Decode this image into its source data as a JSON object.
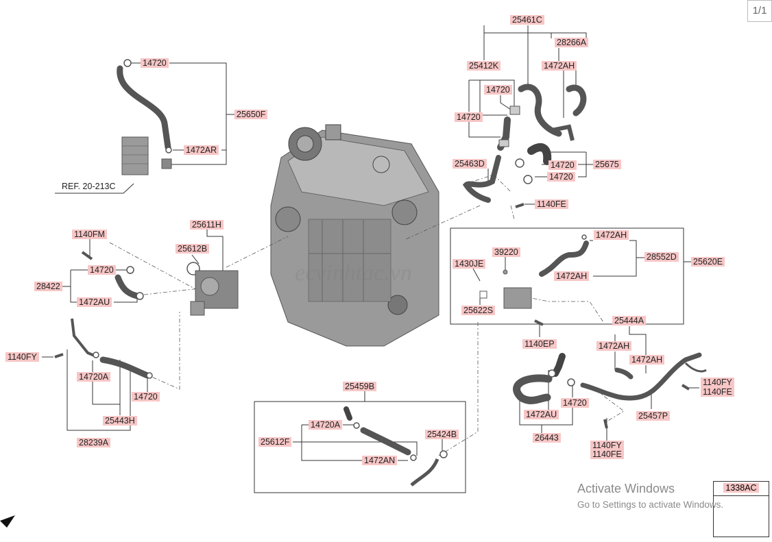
{
  "page": {
    "indicator": "1/1"
  },
  "labels": {
    "p14720_top": "14720",
    "p25650F": "25650F",
    "p1472AR": "1472AR",
    "ref": "REF. 20-213C",
    "p25611H": "25611H",
    "p25612B": "25612B",
    "p1140FM": "1140FM",
    "p14720_mid": "14720",
    "p28422": "28422",
    "p1472AU_left": "1472AU",
    "p1140FY_left": "1140FY",
    "p14720A_left": "14720A",
    "p14720_left_bot": "14720",
    "p25443H": "25443H",
    "p28239A": "28239A",
    "p25461C": "25461C",
    "p28266A": "28266A",
    "p25412K": "25412K",
    "p1472AH_top": "1472AH",
    "p14720_r1": "14720",
    "p14720_r2": "14720",
    "p25463D": "25463D",
    "p14720_r3": "14720",
    "p25675": "25675",
    "p14720_r4": "14720",
    "p1140FE_top": "1140FE",
    "p1472AH_mid": "1472AH",
    "p39220": "39220",
    "p1430JE": "1430JE",
    "p28552D": "28552D",
    "p25620E": "25620E",
    "p1472AH_mid2": "1472AH",
    "p25622S": "25622S",
    "p1140EP": "1140EP",
    "p25444A": "25444A",
    "p1472AH_r1": "1472AH",
    "p1472AH_r2": "1472AH",
    "p1140FY_r": "1140FY",
    "p1140FE_r": "1140FE",
    "p1472AU_r": "1472AU",
    "p14720_r5": "14720",
    "p25457P": "25457P",
    "p26443": "26443",
    "p1140FY_b": "1140FY",
    "p1140FE_b": "1140FE",
    "p25459B": "25459B",
    "p14720A_b": "14720A",
    "p25424B": "25424B",
    "p25612F": "25612F",
    "p1472AN": "1472AN",
    "p1338AC": "1338AC"
  },
  "activate": {
    "line1": "Activate Windows",
    "line2": "Go to Settings to activate Windows."
  },
  "watermark": "ecvinhtac.vn",
  "colors": {
    "label_bg": "#f7c6c6",
    "line": "#333333",
    "part_dark": "#555555"
  }
}
